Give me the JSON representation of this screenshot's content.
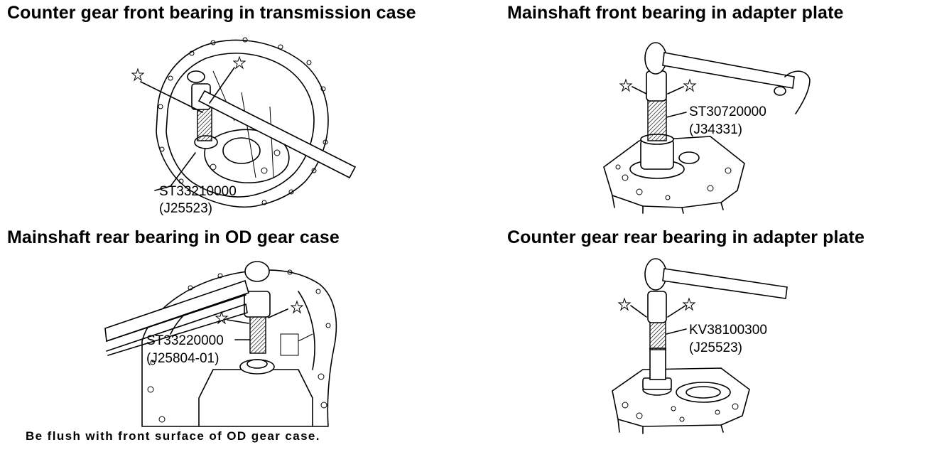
{
  "figures": [
    {
      "title": "Counter gear front bearing in transmission case",
      "tool_part_no": "ST33210000",
      "tool_alt_no": "(J25523)"
    },
    {
      "title": "Mainshaft front bearing in adapter plate",
      "tool_part_no": "ST30720000",
      "tool_alt_no": "(J34331)"
    },
    {
      "title": "Mainshaft rear bearing in OD gear case",
      "tool_part_no": "ST33220000",
      "tool_alt_no": "(J25804-01)",
      "note": "Be flush with front surface of OD gear case."
    },
    {
      "title": "Counter gear rear bearing in adapter plate",
      "tool_part_no": "KV38100300",
      "tool_alt_no": "(J25523)"
    }
  ]
}
